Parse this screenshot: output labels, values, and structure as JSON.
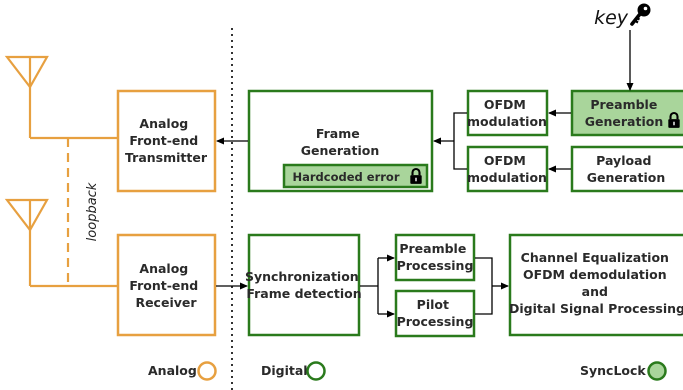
{
  "colors": {
    "analog": "#e7a040",
    "digital": "#2a7a1c",
    "synclock_fill": "#a9d59b",
    "synclock_fill_light": "#c8e3bd",
    "line": "#000000"
  },
  "key_label": "key",
  "loopback_label": "loopback",
  "blocks": {
    "tx_frontend": [
      "Analog",
      "Front-end",
      "Transmitter"
    ],
    "rx_frontend": [
      "Analog",
      "Front-end",
      "Receiver"
    ],
    "frame_gen": [
      "Frame",
      "Generation"
    ],
    "hardcoded_error": "Hardcoded error",
    "ofdm_mod_1": [
      "OFDM",
      "modulation"
    ],
    "ofdm_mod_2": [
      "OFDM",
      "modulation"
    ],
    "preamble_gen": [
      "Preamble",
      "Generation"
    ],
    "payload_gen": [
      "Payload",
      "Generation"
    ],
    "sync": [
      "Synchronization",
      "Frame detection"
    ],
    "preamble_proc": [
      "Preamble",
      "Processing"
    ],
    "pilot_proc": [
      "Pilot",
      "Processing"
    ],
    "channel_eq": [
      "Channel Equalization",
      "OFDM demodulation",
      "and",
      "Digital Signal Processing"
    ]
  },
  "legend": [
    {
      "label": "Analog",
      "kind": "analog"
    },
    {
      "label": "Digital",
      "kind": "digital"
    },
    {
      "label": "SyncLock",
      "kind": "synclock"
    }
  ],
  "icons": [
    "key-icon",
    "lock-icon",
    "antenna-icon",
    "arrow-icon"
  ]
}
